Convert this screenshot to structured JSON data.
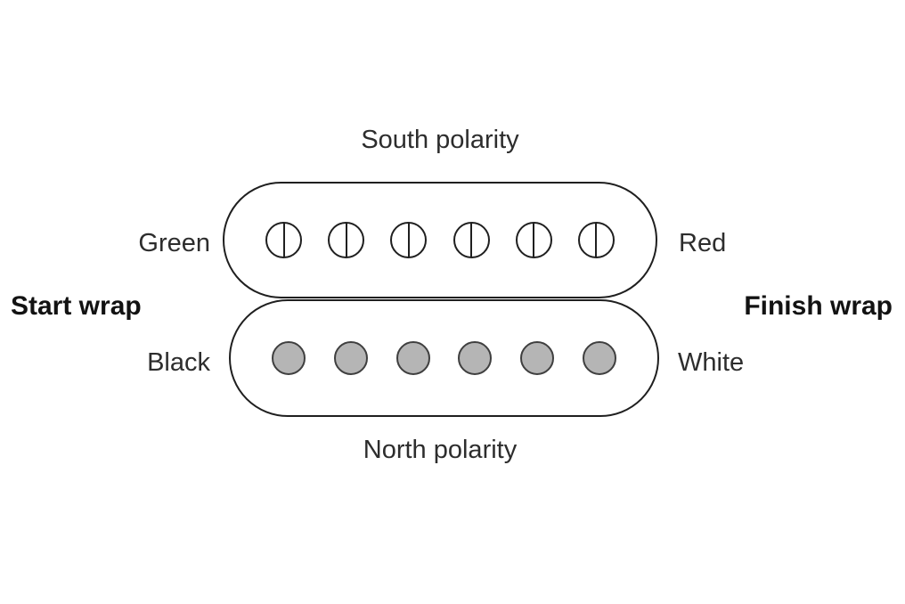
{
  "diagram": {
    "pickup": {
      "south_coil": {
        "polarity_label": "South polarity",
        "start_lead_label": "Green",
        "finish_lead_label": "Red",
        "pole_count": 6,
        "pole_type": "screw-slot"
      },
      "north_coil": {
        "polarity_label": "North polarity",
        "start_lead_label": "Black",
        "finish_lead_label": "White",
        "pole_count": 6,
        "pole_type": "slug"
      },
      "start_wrap_label": "Start wrap",
      "finish_wrap_label": "Finish wrap"
    },
    "colors": {
      "outline": "#1f1f1f",
      "slug_fill": "#b5b5b5",
      "text": "#2d2d2d",
      "background": "#ffffff"
    }
  }
}
